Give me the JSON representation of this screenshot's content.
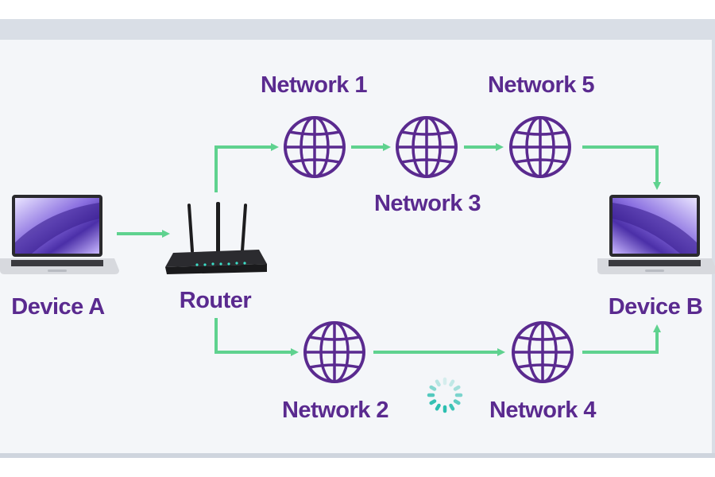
{
  "colors": {
    "label": "#5a2a8f",
    "globe": "#5a2a8f",
    "arrow": "#5fd28f",
    "spinner": "#2bbfb0"
  },
  "nodes": {
    "device_a": {
      "label": "Device A",
      "icon": "laptop-icon"
    },
    "router": {
      "label": "Router",
      "icon": "router-icon"
    },
    "network_1": {
      "label": "Network 1",
      "icon": "globe-icon"
    },
    "network_2": {
      "label": "Network 2",
      "icon": "globe-icon"
    },
    "network_3": {
      "label": "Network 3",
      "icon": "globe-icon"
    },
    "network_4": {
      "label": "Network 4",
      "icon": "globe-icon"
    },
    "network_5": {
      "label": "Network 5",
      "icon": "globe-icon"
    },
    "device_b": {
      "label": "Device B",
      "icon": "laptop-icon"
    }
  },
  "status": {
    "icon": "loading-spinner-icon"
  }
}
